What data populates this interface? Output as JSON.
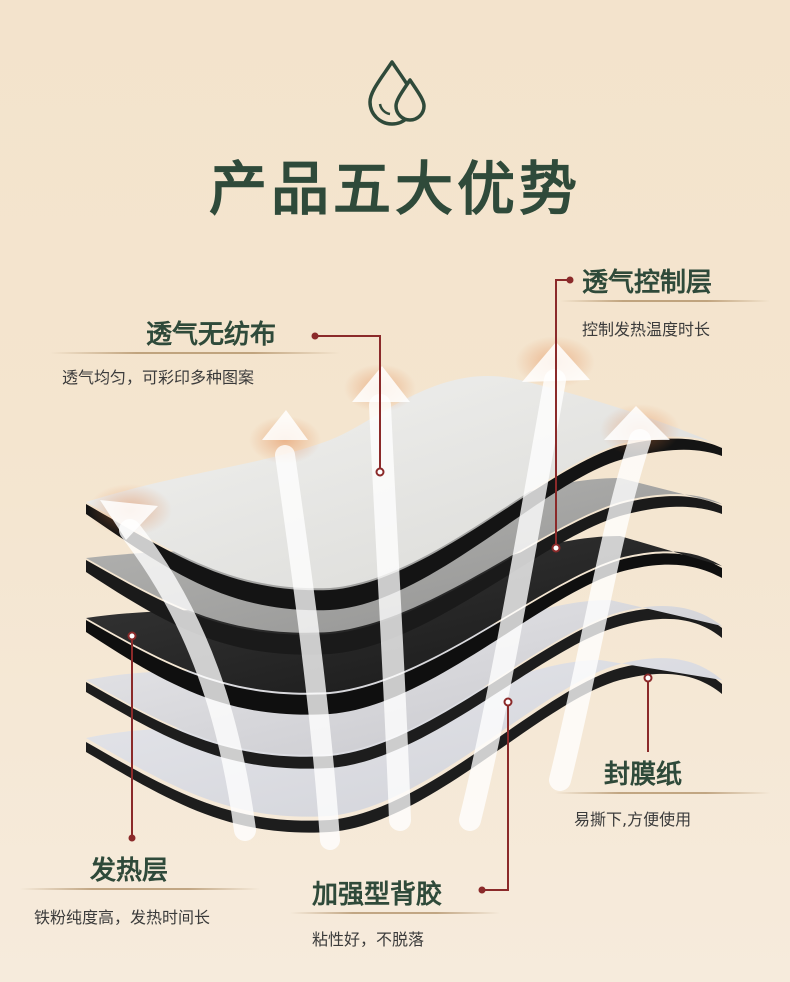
{
  "title": "产品五大优势",
  "icon": "water-drops-icon",
  "colors": {
    "title": "#2f4a3a",
    "accent": "#8b2a2a",
    "background": "#f3e3cc"
  },
  "layers": [
    {
      "id": "breathable-nonwoven",
      "label": "透气无纺布",
      "desc": "透气均匀，可彩印多种图案"
    },
    {
      "id": "breathable-control",
      "label": "透气控制层",
      "desc": "控制发热温度时长"
    },
    {
      "id": "heating",
      "label": "发热层",
      "desc": "铁粉纯度高，发热时间长"
    },
    {
      "id": "release-film",
      "label": "封膜纸",
      "desc": "易撕下,方便使用"
    },
    {
      "id": "adhesive",
      "label": "加强型背胶",
      "desc": "粘性好，不脱落"
    }
  ]
}
